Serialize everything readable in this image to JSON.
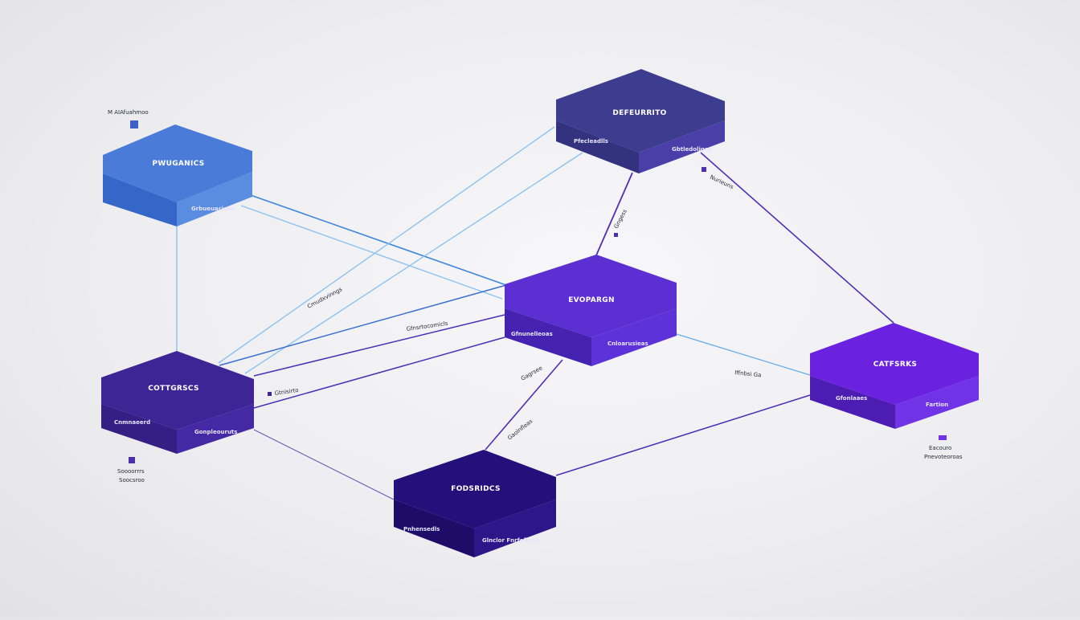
{
  "nodes": {
    "a": {
      "title": "PWUGANICS",
      "left": "",
      "right": "Grbueuacions"
    },
    "b": {
      "title": "DEFEURRITO",
      "left": "Pfecleadlls",
      "right": "Gbtledoliges"
    },
    "c": {
      "title": "EVOPARGN",
      "left": "Gfnunelleoas",
      "right": "Cnloarusieas"
    },
    "d": {
      "title": "CATFSRKS",
      "left": "Gfonlaaes",
      "right": "Fartion"
    },
    "e": {
      "title": "COTTGRSCS",
      "left": "Cnmnaeerd",
      "right": "Gonpleouruts"
    },
    "f": {
      "title": "FODSRIDCS",
      "left": "Pnhensedls",
      "right": "Glnclor Fnrfeflans"
    }
  },
  "annotations": {
    "top_left": "M AIAfuahmoo",
    "b_right": "Nurieuns",
    "bc_link": "Gngess",
    "mid_left_a": "Cmudxvinngs",
    "mid_left_b": "Gfnsrtocomicls",
    "e_link": "Gtnisirto",
    "cf_a": "Gagrsee",
    "cf_b": "Gaolnfleas",
    "cd_link": "Iffnbsi Ga",
    "bottom_left_1": "Soooorrrs",
    "bottom_left_2": "Soocsroo",
    "bottom_right_1": "Eacouro",
    "bottom_right_2": "Pnevoteoroas"
  },
  "colors": {
    "node_a": "#4b7bd9",
    "node_b": "#3d3d8f",
    "node_c": "#5b2fd1",
    "node_d": "#6a22e0",
    "node_e": "#3e2596",
    "node_f": "#23107a",
    "link_blue": "#4a8fe0",
    "link_purple": "#4d2fb5"
  }
}
